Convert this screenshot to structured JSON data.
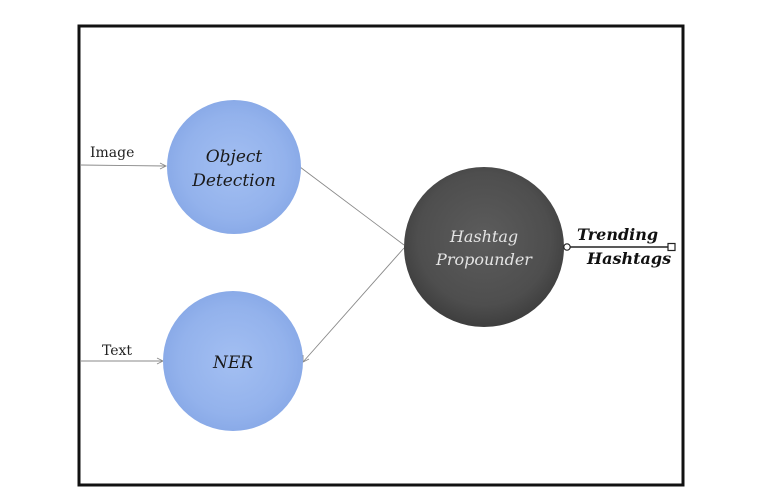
{
  "inputs": {
    "image_label": "Image",
    "text_label": "Text"
  },
  "nodes": {
    "object_detection": {
      "line1": "Object",
      "line2": "Detection"
    },
    "ner": {
      "label": "NER"
    },
    "hashtag_propounder": {
      "line1": "Hashtag",
      "line2": "Propounder"
    }
  },
  "output": {
    "line1": "Trending",
    "line2": "Hashtags"
  },
  "colors": {
    "blue_node": "#98b6ee",
    "dark_node": "#555555",
    "frame": "#111111"
  }
}
